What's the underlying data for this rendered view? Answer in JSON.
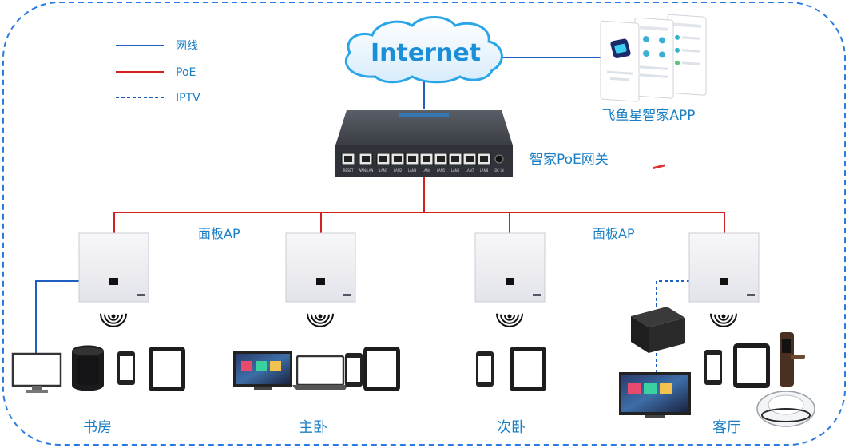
{
  "legend": {
    "items": [
      {
        "label": "网线",
        "color": "#1f5fbf",
        "style": "solid"
      },
      {
        "label": "PoE",
        "color": "#d42020",
        "style": "solid"
      },
      {
        "label": "IPTV",
        "color": "#1f5fbf",
        "style": "dashed"
      }
    ]
  },
  "internet": {
    "label": "Internet"
  },
  "app": {
    "label": "飞鱼星智家APP"
  },
  "gateway": {
    "label": "智家PoE网关",
    "port_labels": [
      "RESET",
      "WAN/LAN",
      "LAN1",
      "LAN2",
      "LAN3",
      "LAN4",
      "LAN5",
      "LAN6",
      "LAN7",
      "LAN8",
      "DC IN"
    ]
  },
  "ap_labels": [
    "面板AP",
    "面板AP"
  ],
  "rooms": [
    {
      "name": "书房",
      "devices": [
        "monitor-icon",
        "smart-speaker-icon",
        "phone-icon",
        "tablet-icon"
      ]
    },
    {
      "name": "主卧",
      "devices": [
        "tv-icon",
        "laptop-icon",
        "phone-icon",
        "tablet-icon"
      ]
    },
    {
      "name": "次卧",
      "devices": [
        "phone-icon",
        "tablet-icon"
      ]
    },
    {
      "name": "客厅",
      "devices": [
        "set-top-box-icon",
        "tv-icon",
        "phone-icon",
        "tablet-icon",
        "smart-lock-icon",
        "robot-vacuum-icon"
      ]
    }
  ],
  "colors": {
    "ethernet": "#1f5fbf",
    "poe": "#d42020",
    "label_blue": "#1a7fc4",
    "border": "#2a7be0"
  }
}
